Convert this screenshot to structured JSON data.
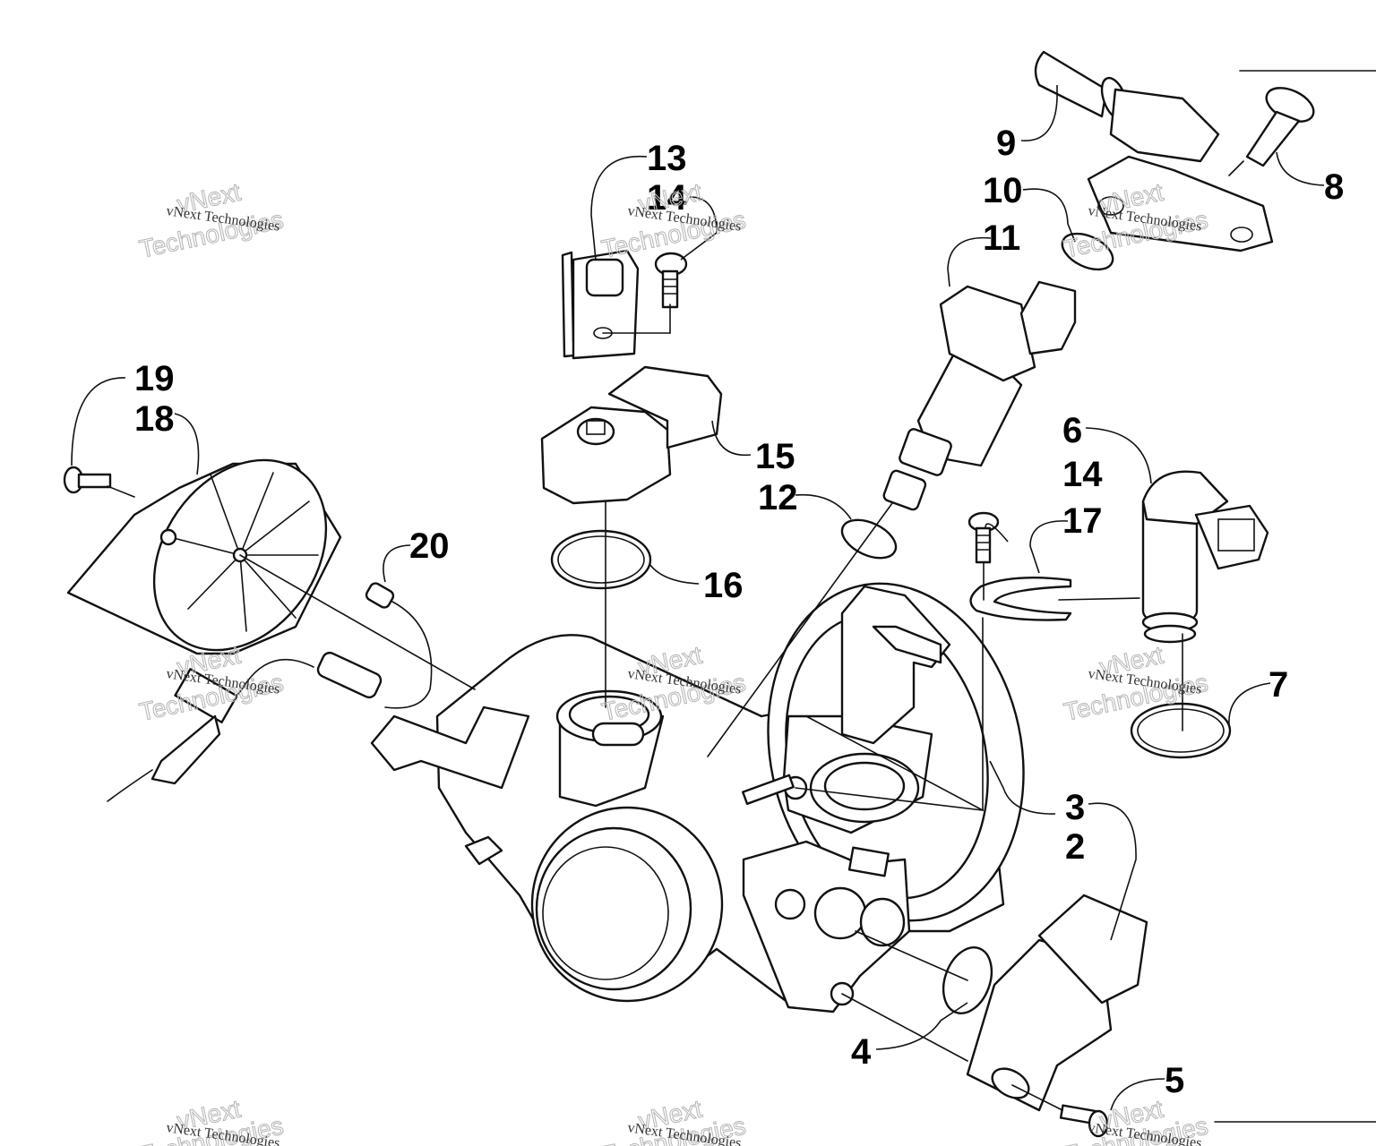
{
  "callouts": {
    "c1": "2",
    "c2": "3",
    "c3": "4",
    "c4": "5",
    "c5": "6",
    "c6": "7",
    "c7": "8",
    "c8": "9",
    "c9": "10",
    "c10": "11",
    "c11": "12",
    "c12": "13",
    "c13": "14",
    "c14": "14",
    "c15": "15",
    "c16": "16",
    "c17": "17",
    "c18": "18",
    "c19": "19",
    "c20": "20"
  },
  "watermark": {
    "caption": "vNext Technologies",
    "outline_line1": "vNext",
    "outline_line2": "Technologies"
  },
  "colors": {
    "ink": "#111111",
    "background": "#ffffff",
    "watermark": "#b9b9b9"
  }
}
